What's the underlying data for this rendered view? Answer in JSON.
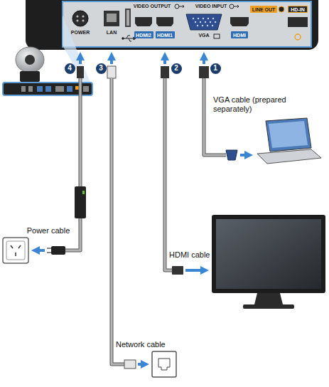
{
  "diagram": {
    "nodes": [
      {
        "text": [
          "HDMI2"
        ]
      },
      {
        "text": [
          "HDMI1"
        ]
      },
      {
        "text": [
          "HDMI"
        ]
      },
      {
        "text": [
          "LINE OUT"
        ]
      },
      {
        "text": [
          "HD-IN"
        ]
      },
      {
        "text": [
          "4"
        ]
      },
      {
        "text": [
          "3"
        ]
      },
      {
        "text": [
          "2"
        ]
      },
      {
        "text": [
          "1"
        ]
      }
    ],
    "labels": [
      "POWER",
      "LAN",
      "VIDEO OUTPUT",
      "VIDEO INPUT",
      "VGA",
      "VGA cable (prepared separately)",
      "HDMI cable",
      "Power cable",
      "Network cable"
    ]
  }
}
